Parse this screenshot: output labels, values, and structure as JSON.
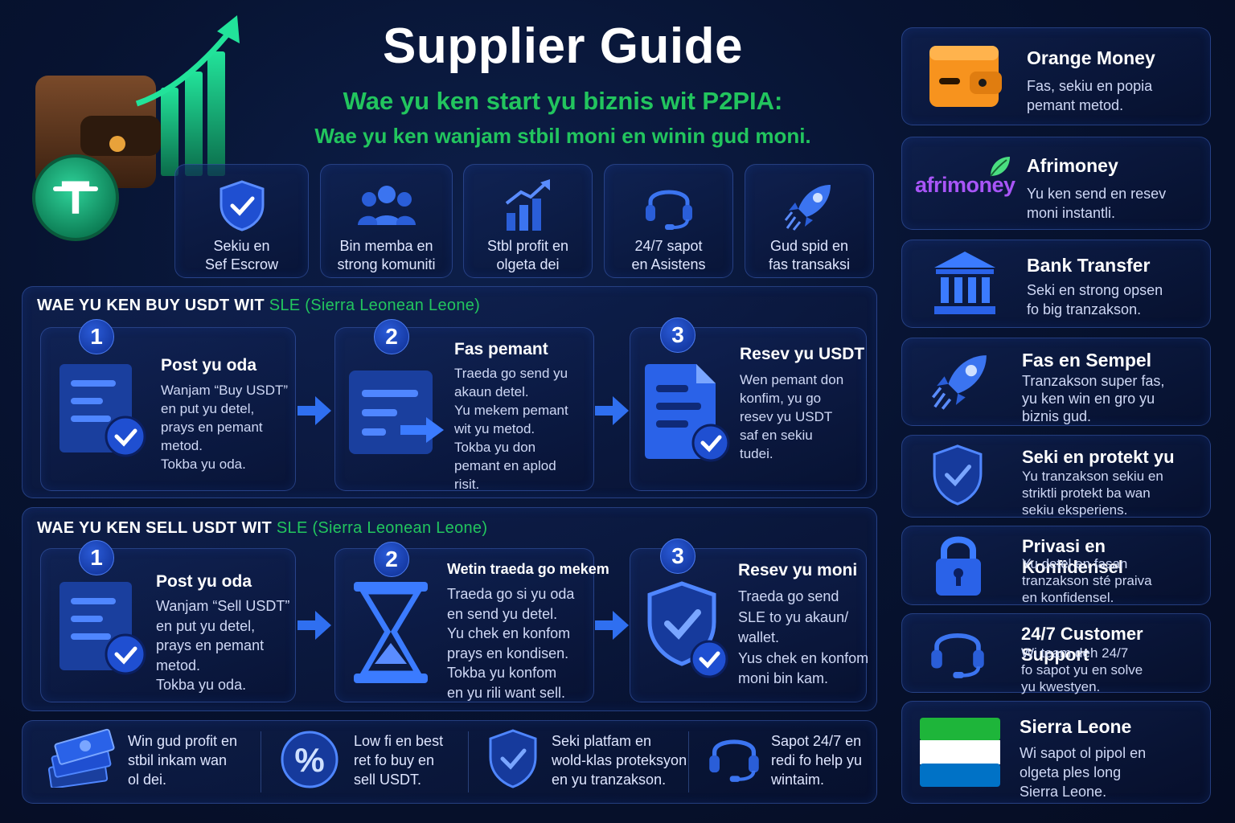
{
  "header": {
    "title": "Supplier Guide",
    "subtitle1": "Wae yu ken start yu biznis wit P2PIA:",
    "subtitle2": "Wae yu ken wanjam stbil moni en winin gud moni."
  },
  "features": [
    {
      "icon": "shield-check-icon",
      "label": "Sekiu en\nSef Escrow"
    },
    {
      "icon": "community-icon",
      "label": "Bin memba en\nstrong komuniti"
    },
    {
      "icon": "growth-chart-icon",
      "label": "Stbl profit en\nolgeta dei"
    },
    {
      "icon": "headset-icon",
      "label": "24/7 sapot\nen Asistens"
    },
    {
      "icon": "rocket-icon",
      "label": "Gud spid en\nfas transaksi"
    }
  ],
  "buy": {
    "title_main": "WAE YU KEN BUY USDT WIT ",
    "title_green": "SLE (Sierra Leonean Leone)",
    "steps": [
      {
        "num": "1",
        "title": "Post yu oda",
        "body": "Wanjam “Buy USDT”\nen put yu detel,\nprays en pemant\nmetod.\nTokba yu oda."
      },
      {
        "num": "2",
        "title": "Fas pemant",
        "body": "Traeda go send yu\nakaun detel.\nYu mekem pemant\nwit yu metod.\nTokba yu don\npemant en aplod\nrisit."
      },
      {
        "num": "3",
        "title": "Resev yu USDT",
        "body": "Wen pemant don\nkonfim, yu go\nresev yu USDT\nsaf en sekiu\ntudei."
      }
    ]
  },
  "sell": {
    "title_main": "WAE YU KEN SELL USDT WIT ",
    "title_green": "SLE (Sierra Leonean Leone)",
    "steps": [
      {
        "num": "1",
        "title": "Post yu oda",
        "body": "Wanjam “Sell USDT”\nen put yu detel,\nprays en pemant\nmetod.\nTokba yu oda."
      },
      {
        "num": "2",
        "title": "Wetin traeda go mekem",
        "body": "Traeda go si yu oda\nen send yu detel.\nYu chek en konfom\nprays en kondisen.\nTokba yu konfom\nen yu rili want sell."
      },
      {
        "num": "3",
        "title": "Resev yu moni",
        "body": "Traeda go send\nSLE to yu akaun/\nwallet.\nYus chek en konfom\nmoni bin kam."
      }
    ]
  },
  "bottom": [
    {
      "icon": "money-stack-icon",
      "text": "Win gud profit en\nstbil inkam wan\nol dei."
    },
    {
      "icon": "percent-icon",
      "text": "Low fi en best\nret fo buy en\nsell USDT."
    },
    {
      "icon": "shield-check-icon",
      "text": "Seki platfam en\nwold-klas proteksyon\nen yu tranzakson."
    },
    {
      "icon": "headset-icon",
      "text": "Sapot 24/7 en\nredi fo help yu\nwintaim."
    }
  ],
  "right": [
    {
      "icon": "orange-wallet-icon",
      "title": "Orange Money",
      "body": "Fas, sekiu en popia\npemant metod."
    },
    {
      "icon": "afrimoney-logo",
      "logo_text": "afrimoney",
      "title": "Afrimoney",
      "body": "Yu ken send en resev\nmoni instantli."
    },
    {
      "icon": "bank-icon",
      "title": "Bank Transfer",
      "body": "Seki en strong opsen\nfo big tranzakson."
    },
    {
      "icon": "rocket-icon",
      "title": "Fas en Sempel",
      "body": "Tranzakson super fas,\nyu ken win en gro yu\nbiznis gud."
    },
    {
      "icon": "shield-check-icon",
      "title": "Seki en protekt yu",
      "body": "Yu tranzakson sekiu en\nstriktli protekt ba wan\nsekiu eksperiens."
    },
    {
      "icon": "padlock-icon",
      "title": "Privasi en Konfidensel",
      "body": "Yu detel en fasan\ntranzakson sté praiva\nen konfidensel."
    },
    {
      "icon": "headset-icon",
      "title": "24/7 Customer Support",
      "body": "Wi team deh 24/7\nfo sapot yu en solve\nyu kwestyen."
    },
    {
      "icon": "sierra-leone-flag-icon",
      "title": "Sierra Leone",
      "body": "Wi sapot ol pipol en\nolgeta ples long\nSierra Leone."
    }
  ],
  "colors": {
    "accent_green": "#22c55e",
    "accent_blue": "#2f6ff0",
    "background": "#071331",
    "orange": "#f7931e"
  }
}
